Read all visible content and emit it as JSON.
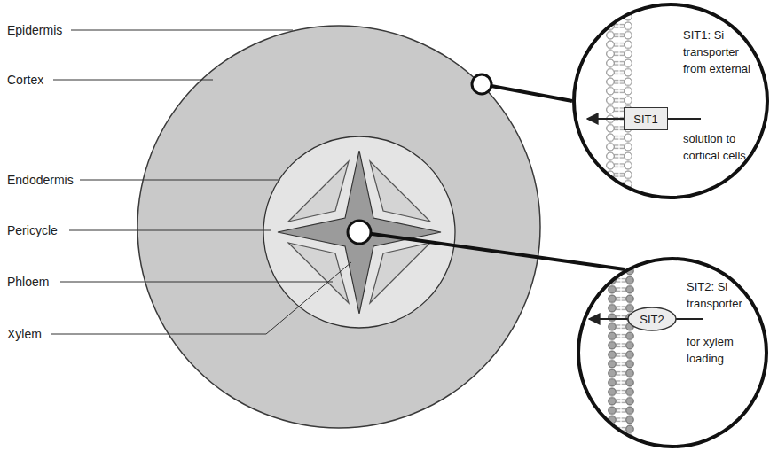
{
  "diagram": {
    "nodes": [
      {
        "text": [
          "SIT1: Si transporter from external",
          "solution to cortical cells"
        ]
      },
      {
        "text": [
          "SIT1"
        ],
        "in": 0
      },
      {
        "text": [
          "SIT2: Si transporter",
          "for xylem loading"
        ]
      },
      {
        "text": [
          "SIT2"
        ],
        "in": 2
      }
    ],
    "labels": [
      "Epidermis",
      "Cortex",
      "Endodermis",
      "Pericycle",
      "Phloem",
      "Xylem"
    ]
  }
}
